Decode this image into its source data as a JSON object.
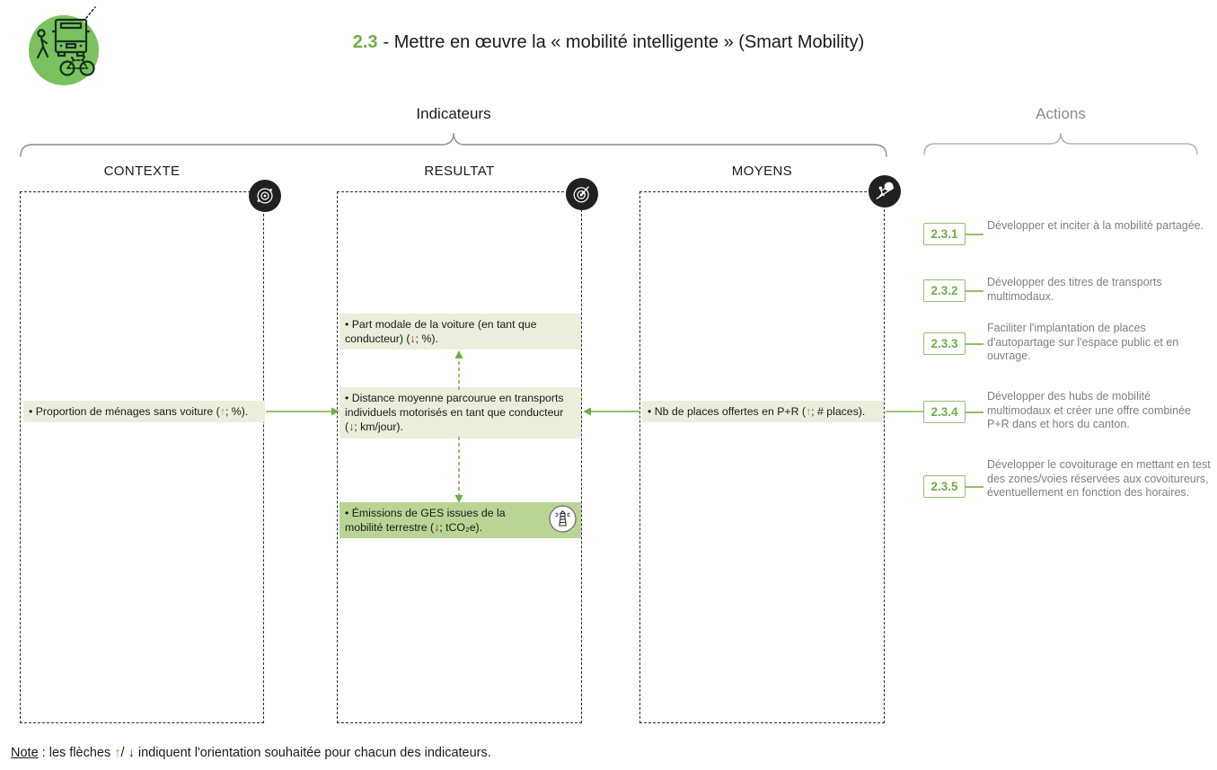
{
  "title": {
    "number": "2.3",
    "text": "- Mettre en œuvre la « mobilité intelligente » (Smart Mobility)"
  },
  "groups": {
    "indicators_label": "Indicateurs",
    "actions_label": "Actions"
  },
  "icons": {
    "logo": "pedestrian-bus-bicycle-logo",
    "contexte_badge": "rings-orbit-icon",
    "resultat_badge": "target-dart-icon",
    "moyens_badge": "person-pushing-ball-icon",
    "ges_badge": "lighthouse-icon"
  },
  "contexte": {
    "title": "CONTEXTE",
    "items": [
      {
        "pre": "• Proportion de ménages sans voiture (",
        "arrow": "↑",
        "post": "; %)."
      }
    ]
  },
  "resultat": {
    "title": "RESULTAT",
    "items": [
      {
        "pre": "• Part modale de la voiture (en tant que conducteur) (",
        "arrow": "↓",
        "post": "; %)."
      },
      {
        "pre": "• Distance moyenne parcourue en transports individuels motorisés en tant que conducteur (",
        "arrow": "↓",
        "post": "; km/jour)."
      },
      {
        "pre": "• Émissions de GES issues de la mobilité terrestre (",
        "arrow": "↓",
        "post": "; tCO₂e)."
      }
    ]
  },
  "moyens": {
    "title": "MOYENS",
    "items": [
      {
        "pre": "• Nb de places offertes en P+R (",
        "arrow": "↑",
        "post": "; # places)."
      }
    ]
  },
  "actions": [
    {
      "id": "2.3.1",
      "text": "Développer et inciter à la mobilité partagée."
    },
    {
      "id": "2.3.2",
      "text": "Développer des titres de transports multimodaux."
    },
    {
      "id": "2.3.3",
      "text": "Faciliter l'implantation de places d'autopartage sur l'espace public et en ouvrage."
    },
    {
      "id": "2.3.4",
      "text": "Développer des hubs de mobilité multimodaux et créer une offre combinée P+R dans et hors du canton."
    },
    {
      "id": "2.3.5",
      "text": "Développer le covoiturage en mettant en test des zones/voies réservées aux covoitureurs, éventuellement en fonction des horaires."
    }
  ],
  "note": {
    "label": "Note",
    "colon": " : les flèches ",
    "up_arrow": "↑",
    "slash": "/ ",
    "down_arrow": "↓",
    "post": " indiquent l'orientation souhaitée pour chacun des indicateurs."
  },
  "colors": {
    "accent_green": "#70ad47",
    "logo_green": "#79c25f",
    "light_item_bg": "#e9efdb",
    "dark_item_bg": "#b9d494",
    "arrow_red": "#c00000",
    "action_text_gray": "#7f7f7f"
  }
}
